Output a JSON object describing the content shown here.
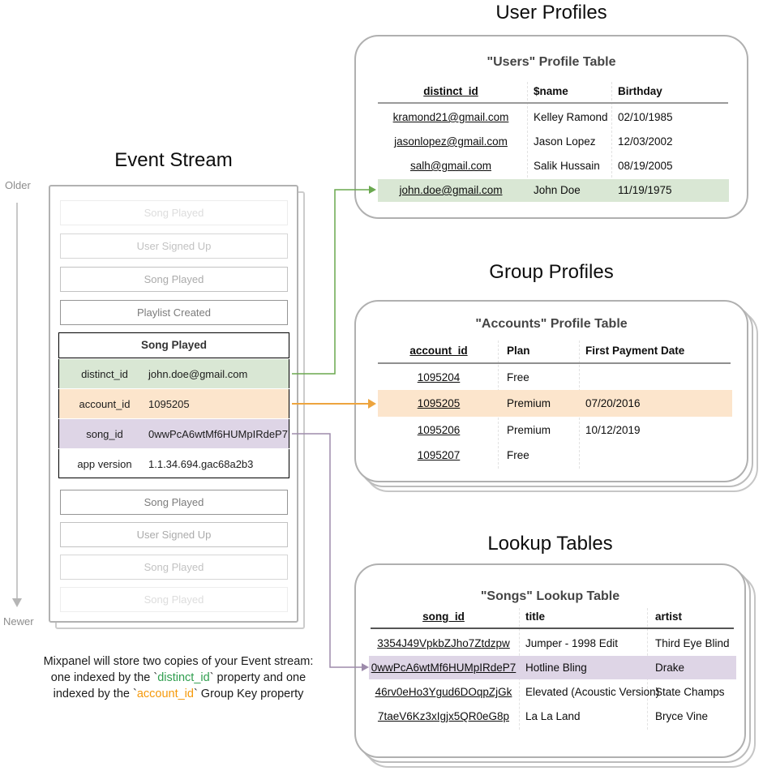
{
  "event_stream": {
    "title": "Event Stream",
    "older_label": "Older",
    "newer_label": "Newer",
    "events_before": [
      "Song Played",
      "User Signed Up",
      "Song Played",
      "Playlist Created"
    ],
    "expanded_event": {
      "name": "Song Played",
      "properties": [
        {
          "key": "distinct_id",
          "value": "john.doe@gmail.com"
        },
        {
          "key": "account_id",
          "value": "1095205"
        },
        {
          "key": "song_id",
          "value": "0wwPcA6wtMf6HUMpIRdeP7"
        },
        {
          "key": "app version",
          "value": "1.1.34.694.gac68a2b3"
        }
      ]
    },
    "events_after": [
      "Song Played",
      "User Signed Up",
      "Song Played",
      "Song Played"
    ]
  },
  "user_profiles": {
    "title": "User Profiles",
    "table_title": "\"Users\" Profile Table",
    "columns": [
      "distinct_id",
      "$name",
      "Birthday"
    ],
    "rows": [
      [
        "kramond21@gmail.com",
        "Kelley Ramond",
        "02/10/1985"
      ],
      [
        "jasonlopez@gmail.com",
        "Jason Lopez",
        "12/03/2002"
      ],
      [
        "salh@gmail.com",
        "Salik Hussain",
        "08/19/2005"
      ],
      [
        "john.doe@gmail.com",
        "John Doe",
        "11/19/1975"
      ]
    ],
    "highlighted_row_index": 3
  },
  "group_profiles": {
    "title": "Group Profiles",
    "table_title": "\"Accounts\" Profile Table",
    "columns": [
      "account_id",
      "Plan",
      "First Payment Date"
    ],
    "rows": [
      [
        "1095204",
        "Free",
        ""
      ],
      [
        "1095205",
        "Premium",
        "07/20/2016"
      ],
      [
        "1095206",
        "Premium",
        "10/12/2019"
      ],
      [
        "1095207",
        "Free",
        ""
      ]
    ],
    "highlighted_row_index": 1
  },
  "lookup_tables": {
    "title": "Lookup Tables",
    "table_title": "\"Songs\" Lookup Table",
    "columns": [
      "song_id",
      "title",
      "artist"
    ],
    "rows": [
      [
        "3354J49VpkbZJho7Ztdzpw",
        "Jumper - 1998 Edit",
        "Third Eye Blind"
      ],
      [
        "0wwPcA6wtMf6HUMpIRdeP7",
        "Hotline Bling",
        "Drake"
      ],
      [
        "46rv0eHo3Ygud6DOqpZjGk",
        "Elevated (Acoustic Version)",
        "State Champs"
      ],
      [
        "7taeV6Kz3xIgjx5QR0eG8p",
        "La La Land",
        "Bryce Vine"
      ]
    ],
    "highlighted_row_index": 1
  },
  "footnote": {
    "line1": "Mixpanel will store two copies of your Event stream:",
    "line2_pre": "one indexed by the `",
    "line2_code": "distinct_id",
    "line2_post": "` property and one",
    "line3_pre": "indexed by the `",
    "line3_code": "account_id",
    "line3_post": "` Group Key property"
  },
  "colors": {
    "green_bg": "#d9e7d4",
    "orange_bg": "#fce5cc",
    "purple_bg": "#ded5e6",
    "green_line": "#6aa84f",
    "orange_line": "#eda43e",
    "purple_line": "#9d8bab",
    "footnote_green": "#2f9e4e",
    "footnote_orange": "#f5990a"
  }
}
